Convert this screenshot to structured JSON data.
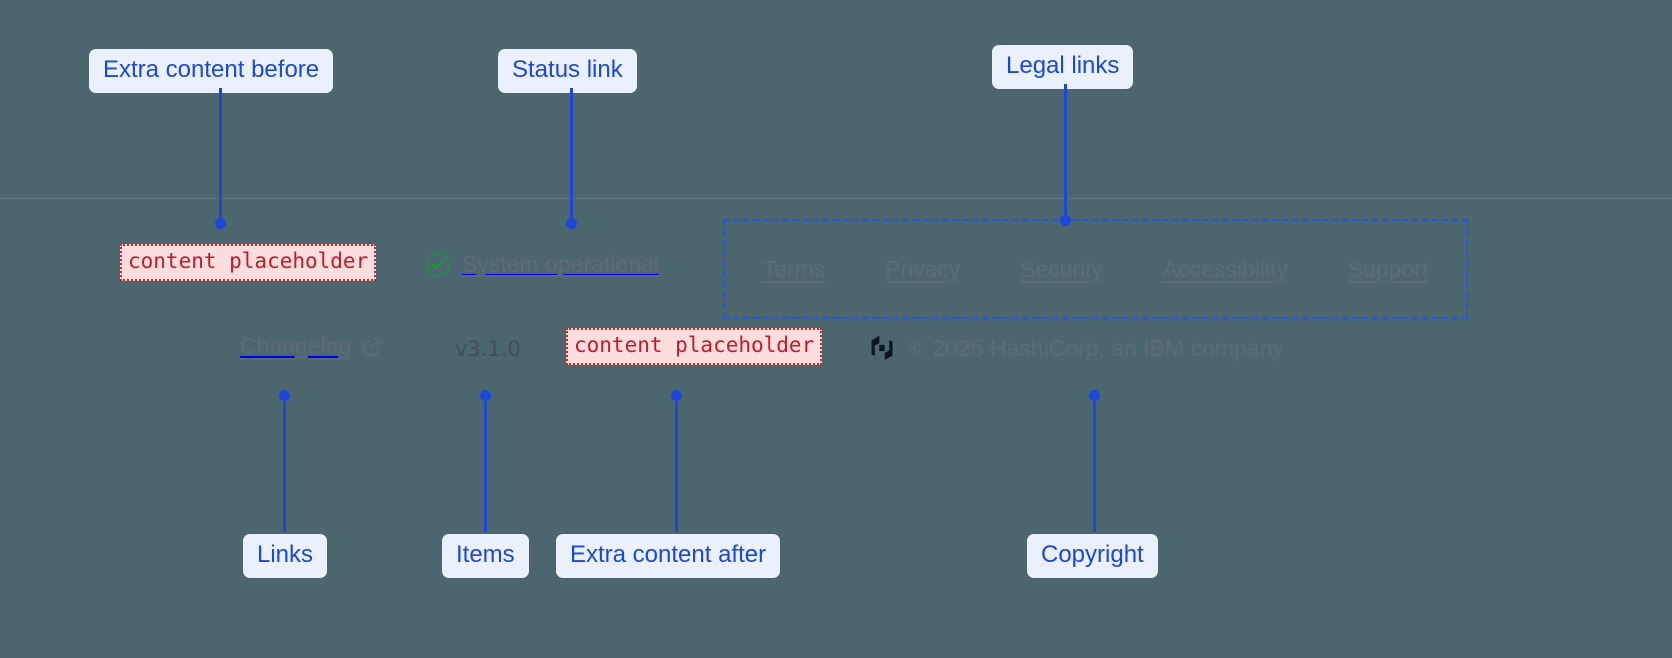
{
  "theme": {
    "page_background": "#4c6670",
    "callout_background": "#eaf1fd",
    "callout_text": "#1d47d8",
    "leader_line": "#1d47d8",
    "link_text": "#5d6a78",
    "placeholder_text": "#c8192a",
    "placeholder_background": "#fcdede",
    "placeholder_border": "#e02020",
    "legal_box_border": "#2157d8",
    "status_ok": "#1a9930",
    "logo_color": "#0c1523"
  },
  "footer": {
    "extra_content_before": {
      "text": "content placeholder"
    },
    "status": {
      "icon": "check-circle-icon",
      "label": "System operational"
    },
    "legal_links": [
      {
        "label": "Terms"
      },
      {
        "label": "Privacy"
      },
      {
        "label": "Security"
      },
      {
        "label": "Accessibility"
      },
      {
        "label": "Support"
      }
    ],
    "links": [
      {
        "label": "Changelog",
        "icon": "external-link-icon"
      }
    ],
    "items": [
      {
        "label": "v3.1.0"
      }
    ],
    "extra_content_after": {
      "text": "content placeholder"
    },
    "copyright": {
      "logo": "hashicorp-logo",
      "text": "© 2025 HashiCorp, an IBM company"
    }
  },
  "annotations": [
    {
      "id": "extra-content-before",
      "label": "Extra content before"
    },
    {
      "id": "status-link",
      "label": "Status link"
    },
    {
      "id": "legal-links",
      "label": "Legal links"
    },
    {
      "id": "links",
      "label": "Links"
    },
    {
      "id": "items",
      "label": "Items"
    },
    {
      "id": "extra-content-after",
      "label": "Extra content after"
    },
    {
      "id": "copyright",
      "label": "Copyright"
    }
  ]
}
